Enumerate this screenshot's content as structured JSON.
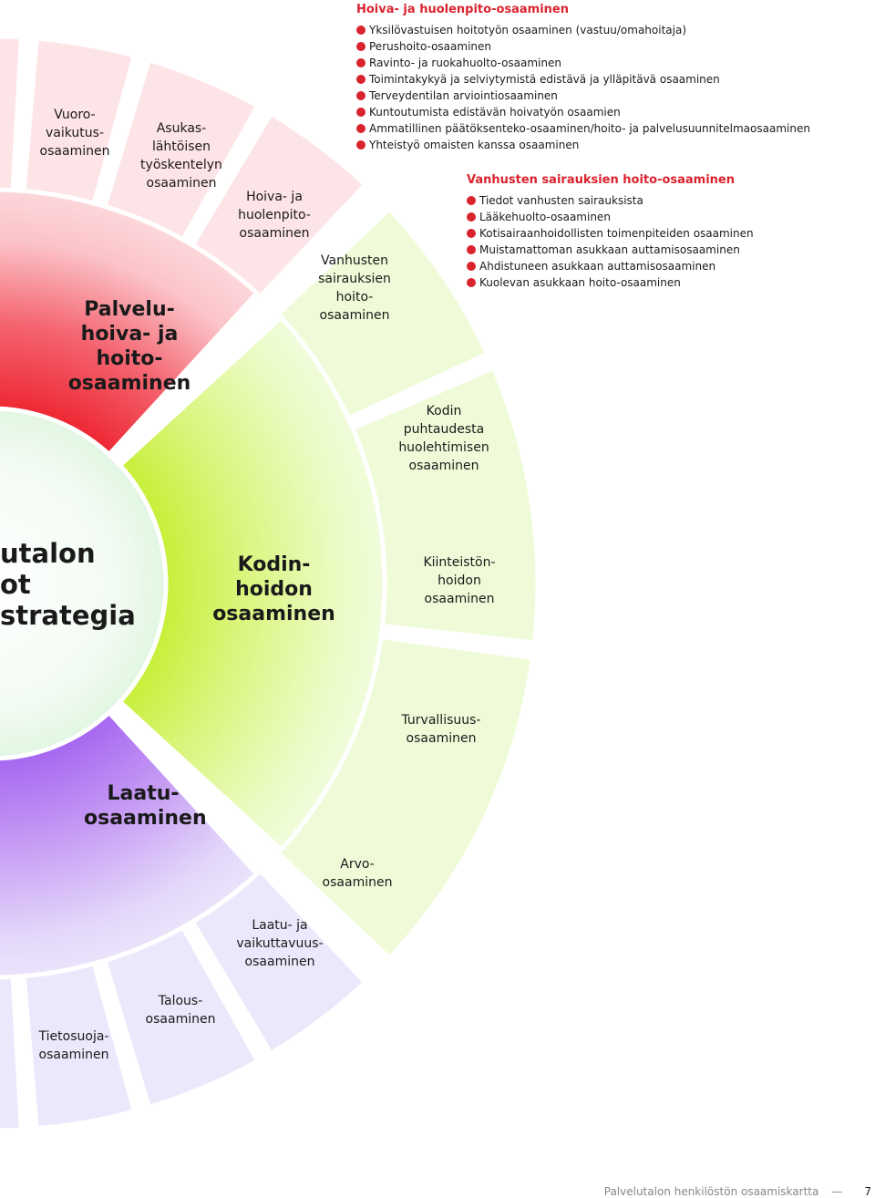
{
  "center": {
    "lines": [
      "utalon",
      "ot",
      "strategia"
    ]
  },
  "palvelu": {
    "main_label": "Palvelu- hoiva- ja hoito- osaaminen",
    "segments": {
      "vuoro": "Vuoro- vaikutus- osaaminen",
      "asukas": "Asukas- lähtöisen työskentelyn osaaminen",
      "hoiva": "Hoiva- ja huolenpito- osaaminen",
      "vanhusten": "Vanhusten sairauksien hoito- osaaminen"
    }
  },
  "koti": {
    "main_label": "Kodin- hoidon osaaminen",
    "segments": {
      "puhtaus": "Kodin puhtaudesta huolehtimisen osaaminen",
      "kiinteisto": "Kiinteistön- hoidon osaaminen",
      "turva": "Turvallisuus- osaaminen"
    }
  },
  "laatu": {
    "main_label": "Laatu- osaaminen",
    "segments": {
      "arvo": "Arvo- osaaminen",
      "vaikuttavuus": "Laatu- ja vaikuttavuus- osaaminen",
      "talous": "Talous- osaaminen",
      "tietosuoja": "Tietosuoja- osaaminen"
    }
  },
  "list_hoiva": {
    "heading": "Hoiva- ja huolenpito-osaaminen",
    "items": [
      "Yksilövastuisen hoitotyön osaaminen (vastuu/omahoitaja)",
      "Perushoito-osaaminen",
      "Ravinto- ja ruokahuolto-osaaminen",
      "Toimintakykyä ja selviytymistä edistävä ja ylläpitävä osaaminen",
      "Terveydentilan arviointiosaaminen",
      "Kuntoutumista edistävän hoivatyön osaamien",
      "Ammatillinen päätöksenteko-osaaminen/hoito- ja palvelusuunnitelmaosaaminen",
      "Yhteistyö omaisten kanssa osaaminen"
    ]
  },
  "list_vanhus": {
    "heading": "Vanhusten sairauksien hoito-osaaminen",
    "items": [
      "Tiedot vanhusten sairauksista",
      "Lääkehuolto-osaaminen",
      "Kotisairaanhoidollisten toimenpiteiden osaaminen",
      "Muistamattoman asukkaan auttamisosaaminen",
      "Ahdistuneen asukkaan auttamisosaaminen",
      "Kuolevan asukkaan hoito-osaaminen"
    ]
  },
  "footer": {
    "title": "Palvelutalon henkilöstön osaamiskartta",
    "dash": "—",
    "page": "7"
  },
  "colors": {
    "accent_red": "#d9232e",
    "palvelu_inner": "#e8202a",
    "palvelu_outer": "#fde4e6",
    "koti_inner": "#c8f03c",
    "koti_outer": "#effbd8",
    "laatu_inner": "#a461f0",
    "laatu_outer": "#ece8fb",
    "center_fill": "#f0fbf0"
  }
}
